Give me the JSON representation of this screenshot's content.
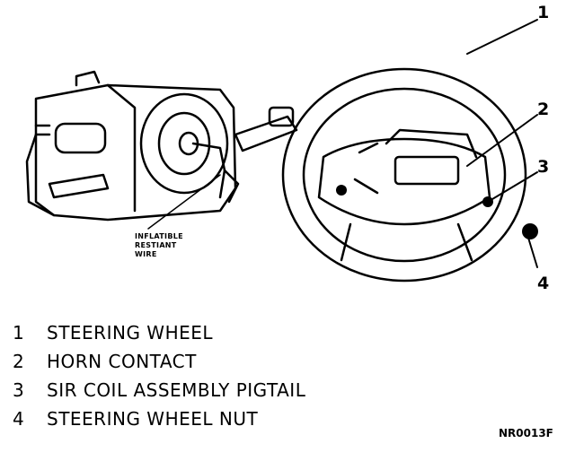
{
  "callouts": [
    "1",
    "2",
    "3",
    "4"
  ],
  "wire_label": [
    "INFLATIBLE",
    "RESTIANT",
    "WIRE"
  ],
  "legend": [
    {
      "num": "1",
      "text": "STEERING WHEEL"
    },
    {
      "num": "2",
      "text": "HORN CONTACT"
    },
    {
      "num": "3",
      "text": "SIR COIL ASSEMBLY PIGTAIL"
    },
    {
      "num": "4",
      "text": "STEERING WHEEL NUT"
    }
  ],
  "figure_id": "NR0013F"
}
